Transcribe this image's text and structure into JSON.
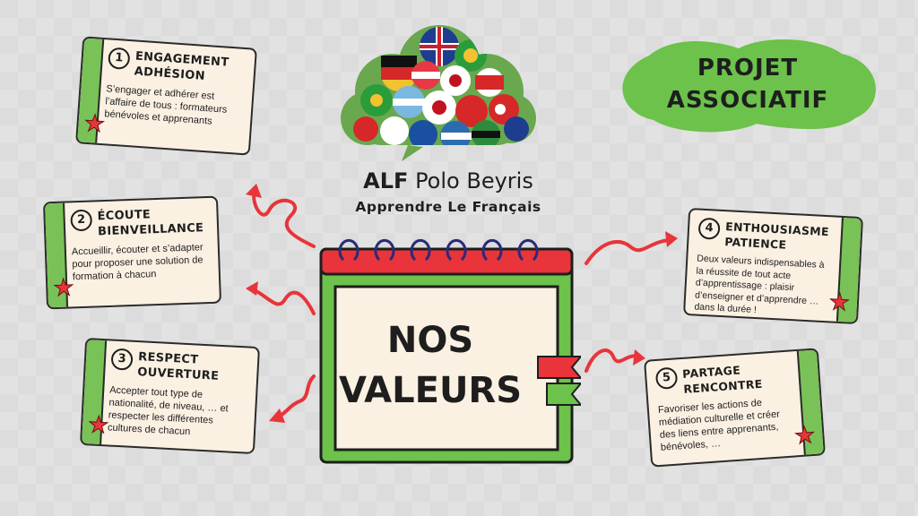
{
  "badge": {
    "line1": "PROJET",
    "line2": "ASSOCIATIF"
  },
  "brand": {
    "name_bold": "ALF",
    "name_rest": " Polo Beyris",
    "subtitle": "Apprendre Le Français"
  },
  "center": {
    "line1": "NOS",
    "line2": "VALEURS"
  },
  "values": [
    {
      "number": "1",
      "title1": "ENGAGEMENT",
      "title2": "ADHÉSION",
      "description": "S’engager et adhérer est l’affaire de tous : formateurs bénévoles et apprenants"
    },
    {
      "number": "2",
      "title1": "ÉCOUTE",
      "title2": "BIENVEILLANCE",
      "description": "Accueillir, écouter et s’adapter pour proposer une solution de formation à chacun"
    },
    {
      "number": "3",
      "title1": "RESPECT",
      "title2": "OUVERTURE",
      "description": "Accepter tout type de nationalité, de niveau, … et respecter les différentes cultures de chacun"
    },
    {
      "number": "4",
      "title1": "ENTHOUSIASME",
      "title2": "PATIENCE",
      "description": "Deux valeurs indispensables à la réussite de tout acte d’apprentissage : plaisir d’enseigner et d’apprendre … dans la durée !"
    },
    {
      "number": "5",
      "title1": "PARTAGE",
      "title2": "RENCONTRE",
      "description": "Favoriser les actions de médiation culturelle et créer des liens entre apprenants, bénévoles, …"
    }
  ],
  "icons": {
    "star": "star-icon",
    "flag_cloud": "flag-cloud-icon",
    "calendar": "calendar-icon",
    "arrow": "curly-arrow-icon"
  },
  "colors": {
    "green": "#78c257",
    "red": "#e8343a",
    "card_bg": "#fbf1e3",
    "badge_green": "#6cc24a",
    "ring_blue": "#2a2a7a"
  }
}
